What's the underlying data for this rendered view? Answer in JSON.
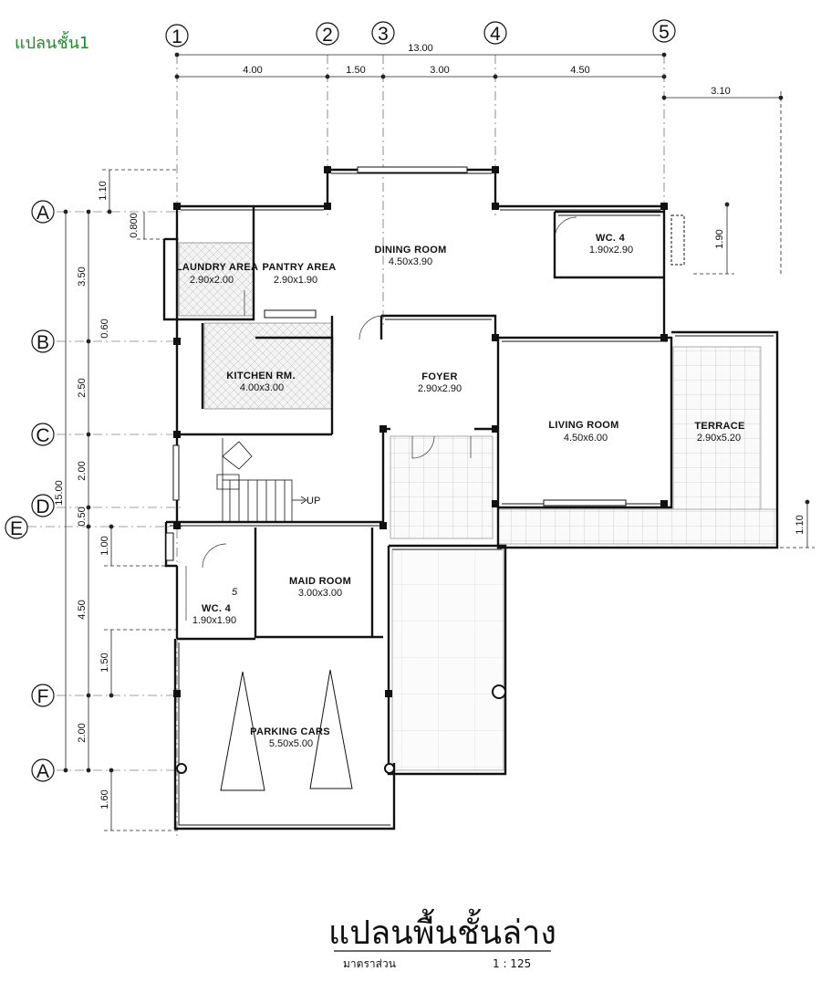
{
  "corner_label": "แปลนชั้น1",
  "title": "แปลนพื้นชั้นล่าง",
  "scale_label": "มาตราส่วน",
  "scale_value": "1 : 125",
  "grid_columns": [
    "1",
    "2",
    "3",
    "4",
    "5"
  ],
  "grid_rows": [
    "A",
    "B",
    "C",
    "D",
    "E",
    "F",
    "A"
  ],
  "top_dimensions": {
    "overall": "13.00",
    "segments": [
      "4.00",
      "1.50",
      "3.00",
      "4.50"
    ],
    "right_extension": "3.10"
  },
  "left_dimensions": {
    "overall": "15.00",
    "segments": [
      "1.10",
      "0.800",
      "3.50",
      "0.60",
      "2.50",
      "2.00",
      "0.50",
      "1.00",
      "4.50",
      "1.50",
      "2.00",
      "1.60"
    ]
  },
  "right_dimensions": [
    "1.90",
    "1.10"
  ],
  "stair_label": "UP",
  "room_note": "5",
  "rooms": [
    {
      "name": "LAUNDRY AREA",
      "size": "2.90x2.00"
    },
    {
      "name": "PANTRY AREA",
      "size": "2.90x1.90"
    },
    {
      "name": "DINING ROOM",
      "size": "4.50x3.90"
    },
    {
      "name": "WC. 4",
      "size": "1.90x2.90"
    },
    {
      "name": "KITCHEN RM.",
      "size": "4.00x3.00"
    },
    {
      "name": "FOYER",
      "size": "2.90x2.90"
    },
    {
      "name": "LIVING ROOM",
      "size": "4.50x6.00"
    },
    {
      "name": "TERRACE",
      "size": "2.90x5.20"
    },
    {
      "name": "MAID ROOM",
      "size": "3.00x3.00"
    },
    {
      "name": "WC. 4",
      "size": "1.90x1.90"
    },
    {
      "name": "PARKING CARS",
      "size": "5.50x5.00"
    }
  ]
}
